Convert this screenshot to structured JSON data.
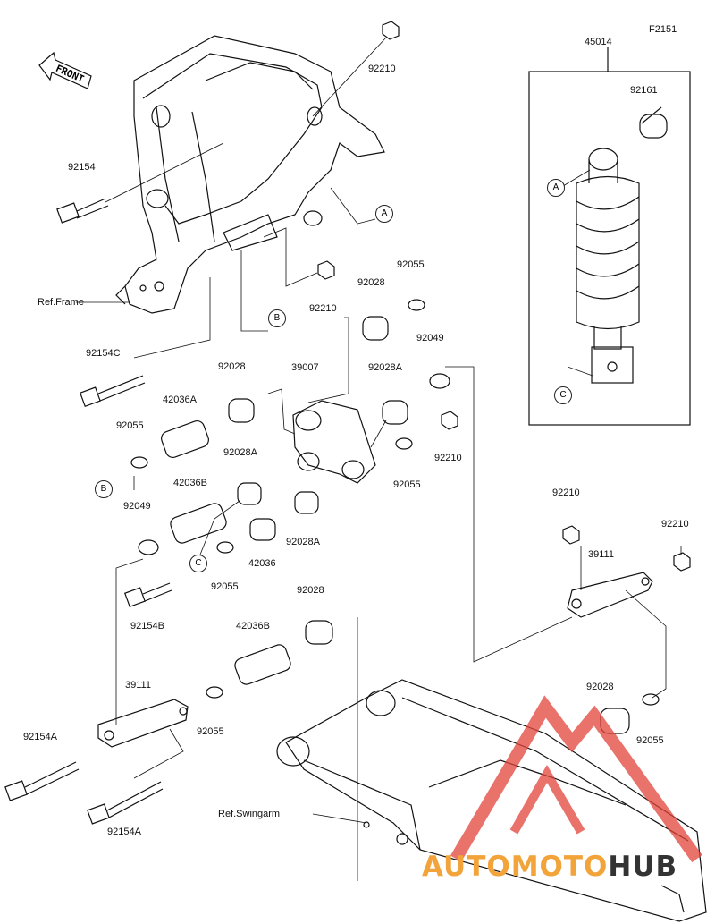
{
  "figure_code": "F2151",
  "front_label": "FRONT",
  "ref_labels": {
    "frame": "Ref.Frame",
    "swingarm": "Ref.Swingarm"
  },
  "callouts": {
    "a": "A",
    "b": "B",
    "c": "C"
  },
  "parts": {
    "p45014": "45014",
    "p92161": "92161",
    "p92210_top": "92210",
    "p92154": "92154",
    "p92210_mid": "92210",
    "p92055_top": "92055",
    "p92028_top": "92028",
    "p92154C": "92154C",
    "p92028_a": "92028",
    "p42036A": "42036A",
    "p39007": "39007",
    "p92028A_top": "92028A",
    "p92049_right": "92049",
    "p92055_left": "92055",
    "p92210_center": "92210",
    "p92028A_mid": "92028A",
    "p42036B_top": "42036B",
    "p92055_center": "92055",
    "p92049_left": "92049",
    "p92028A_low": "92028A",
    "p42036": "42036",
    "p92055_c": "92055",
    "p92154B": "92154B",
    "p92210_r1": "92210",
    "p92210_r2": "92210",
    "p39111_right": "39111",
    "p92028_low": "92028",
    "p42036B_low": "42036B",
    "p39111_left": "39111",
    "p92055_low": "92055",
    "p92154A_1": "92154A",
    "p92154A_2": "92154A",
    "p92028_right": "92028",
    "p92055_right": "92055"
  },
  "watermark": {
    "part1": "AUTOMOTO",
    "part2": "HUB",
    "color1": "#f2a33a",
    "color2": "#333333",
    "triangle_color": "#e2433a"
  }
}
